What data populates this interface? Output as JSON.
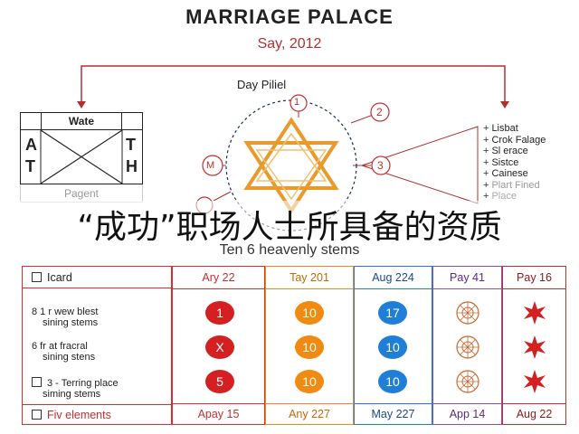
{
  "title": "MARRIAGE PALACE",
  "subtitle": "Say, 2012",
  "day_pillar_label": "Day Piliel",
  "overlay_caption": "“成功”职场人士所具备的资质",
  "stems_caption": "Ten 6 heavenly stems",
  "left_box": {
    "header": "Wate",
    "letter_tl": "A",
    "letter_bl": "T",
    "letter_tr": "T",
    "letter_br": "H",
    "footer": "Pagent"
  },
  "wheel_markers": [
    "1",
    "2",
    "3",
    "M"
  ],
  "branch_list": [
    "Lisbat",
    "Crok Falage",
    "Sl erace",
    "Sistce",
    "Cainese",
    "Plart Fined",
    "Place"
  ],
  "table": {
    "label_column": {
      "header": "Icard",
      "footer": "Fiv elements",
      "rows": [
        {
          "prefix": "8 1 r",
          "line1": "wew blest",
          "line2": "sining stems"
        },
        {
          "prefix": "6 fr",
          "line1": "at fracral",
          "line2": "sining stens"
        },
        {
          "prefix": "3 -",
          "line1": "Terring place",
          "line2": "siming stems"
        }
      ]
    },
    "columns": [
      {
        "header": "Ary 22",
        "footer": "Apay 15",
        "cells": [
          "1",
          "X",
          "5"
        ]
      },
      {
        "header": "Tay 201",
        "footer": "Any 227",
        "cells": [
          "10",
          "10",
          "10"
        ]
      },
      {
        "header": "Aug 224",
        "footer": "May 227",
        "cells": [
          "17",
          "10",
          "10"
        ]
      },
      {
        "header": "Pay 41",
        "footer": "App 14",
        "cells": [
          "",
          "",
          ""
        ]
      },
      {
        "header": "Pay 16",
        "footer": "Aug 22",
        "cells": [
          "",
          "",
          ""
        ]
      }
    ]
  },
  "colors": {
    "red": "#d42020",
    "orange": "#f08a10",
    "blue": "#1f7fd8",
    "purple": "#8a4fb0",
    "dark_red": "#c03030",
    "ornament_stroke": "#c86a30"
  }
}
